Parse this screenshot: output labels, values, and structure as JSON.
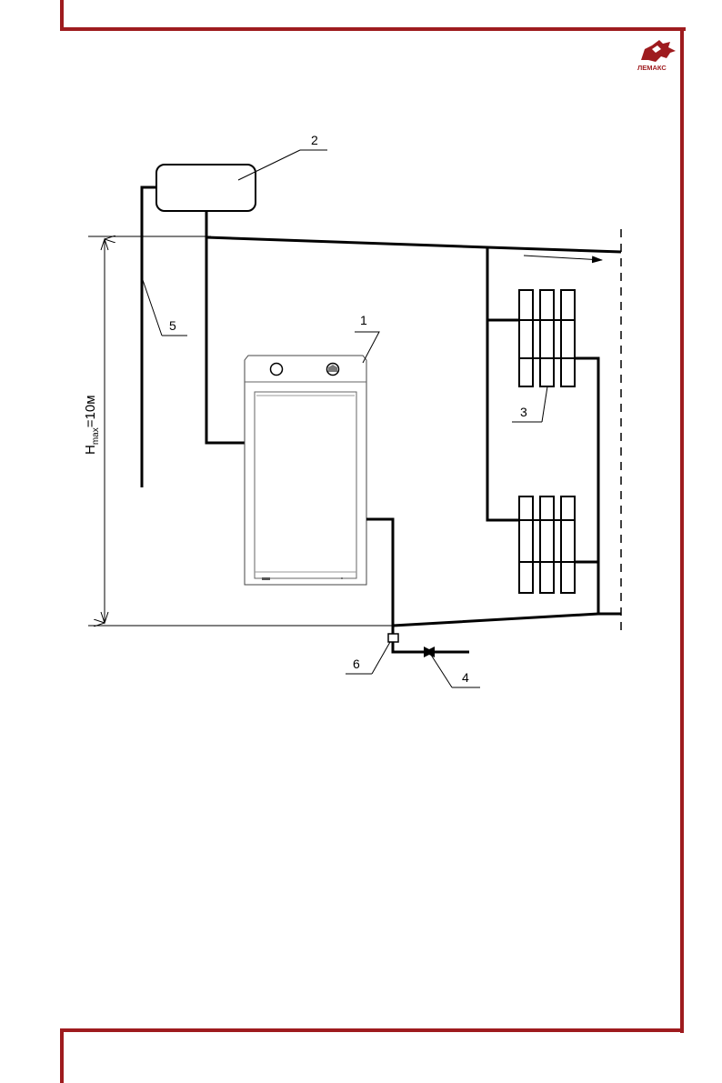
{
  "brand": {
    "name": "ЛЕМАКС",
    "color": "#9e1b1e"
  },
  "diagram": {
    "labels": {
      "boiler": "1",
      "expansion_tank": "2",
      "radiators": "3",
      "drain_valve": "4",
      "expansion_pipe": "5",
      "fitting": "6"
    },
    "height": {
      "symbol": "H",
      "subscript": "max",
      "value": "=10м"
    }
  }
}
